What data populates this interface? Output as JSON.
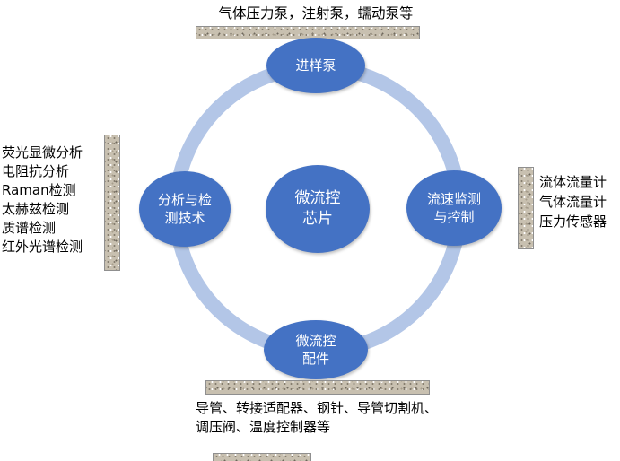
{
  "colors": {
    "node": "#4472c4",
    "ring": "#b3c6e7",
    "bar": "#c8c0b0"
  },
  "nodes": {
    "center": "微流控\n芯片",
    "top": "进样泵",
    "left": "分析与检\n测技术",
    "right": "流速监测\n与控制",
    "bottom": "微流控\n配件"
  },
  "annotations": {
    "top": "气体压力泵，注射泵，蠕动泵等",
    "left_lines": [
      "荧光显微分析",
      "电阻抗分析",
      "Raman检测",
      "太赫兹检测",
      "质谱检测",
      "红外光谱检测"
    ],
    "right_lines": [
      "流体流量计",
      "气体流量计",
      "压力传感器"
    ],
    "bottom": "导管、转接适配器、钢针、导管切割机、调压阀、温度控制器等"
  }
}
